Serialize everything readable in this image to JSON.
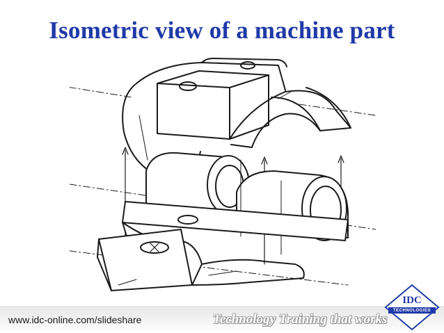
{
  "slide": {
    "title": "Isometric view of a machine part",
    "footer_url": "www.idc-online.com/slideshare",
    "footer_tagline": "Technology Training that works",
    "logo_text": "IDC",
    "logo_subtext": "TECHNOLOGIES"
  },
  "colors": {
    "title": "#1f3aa8",
    "logo_blue": "#1f3aa8",
    "line_drawing": "#1a1a1a"
  },
  "icons": {
    "drawing": "isometric-machine-part-sketch",
    "logo": "idc-diamond-logo"
  }
}
